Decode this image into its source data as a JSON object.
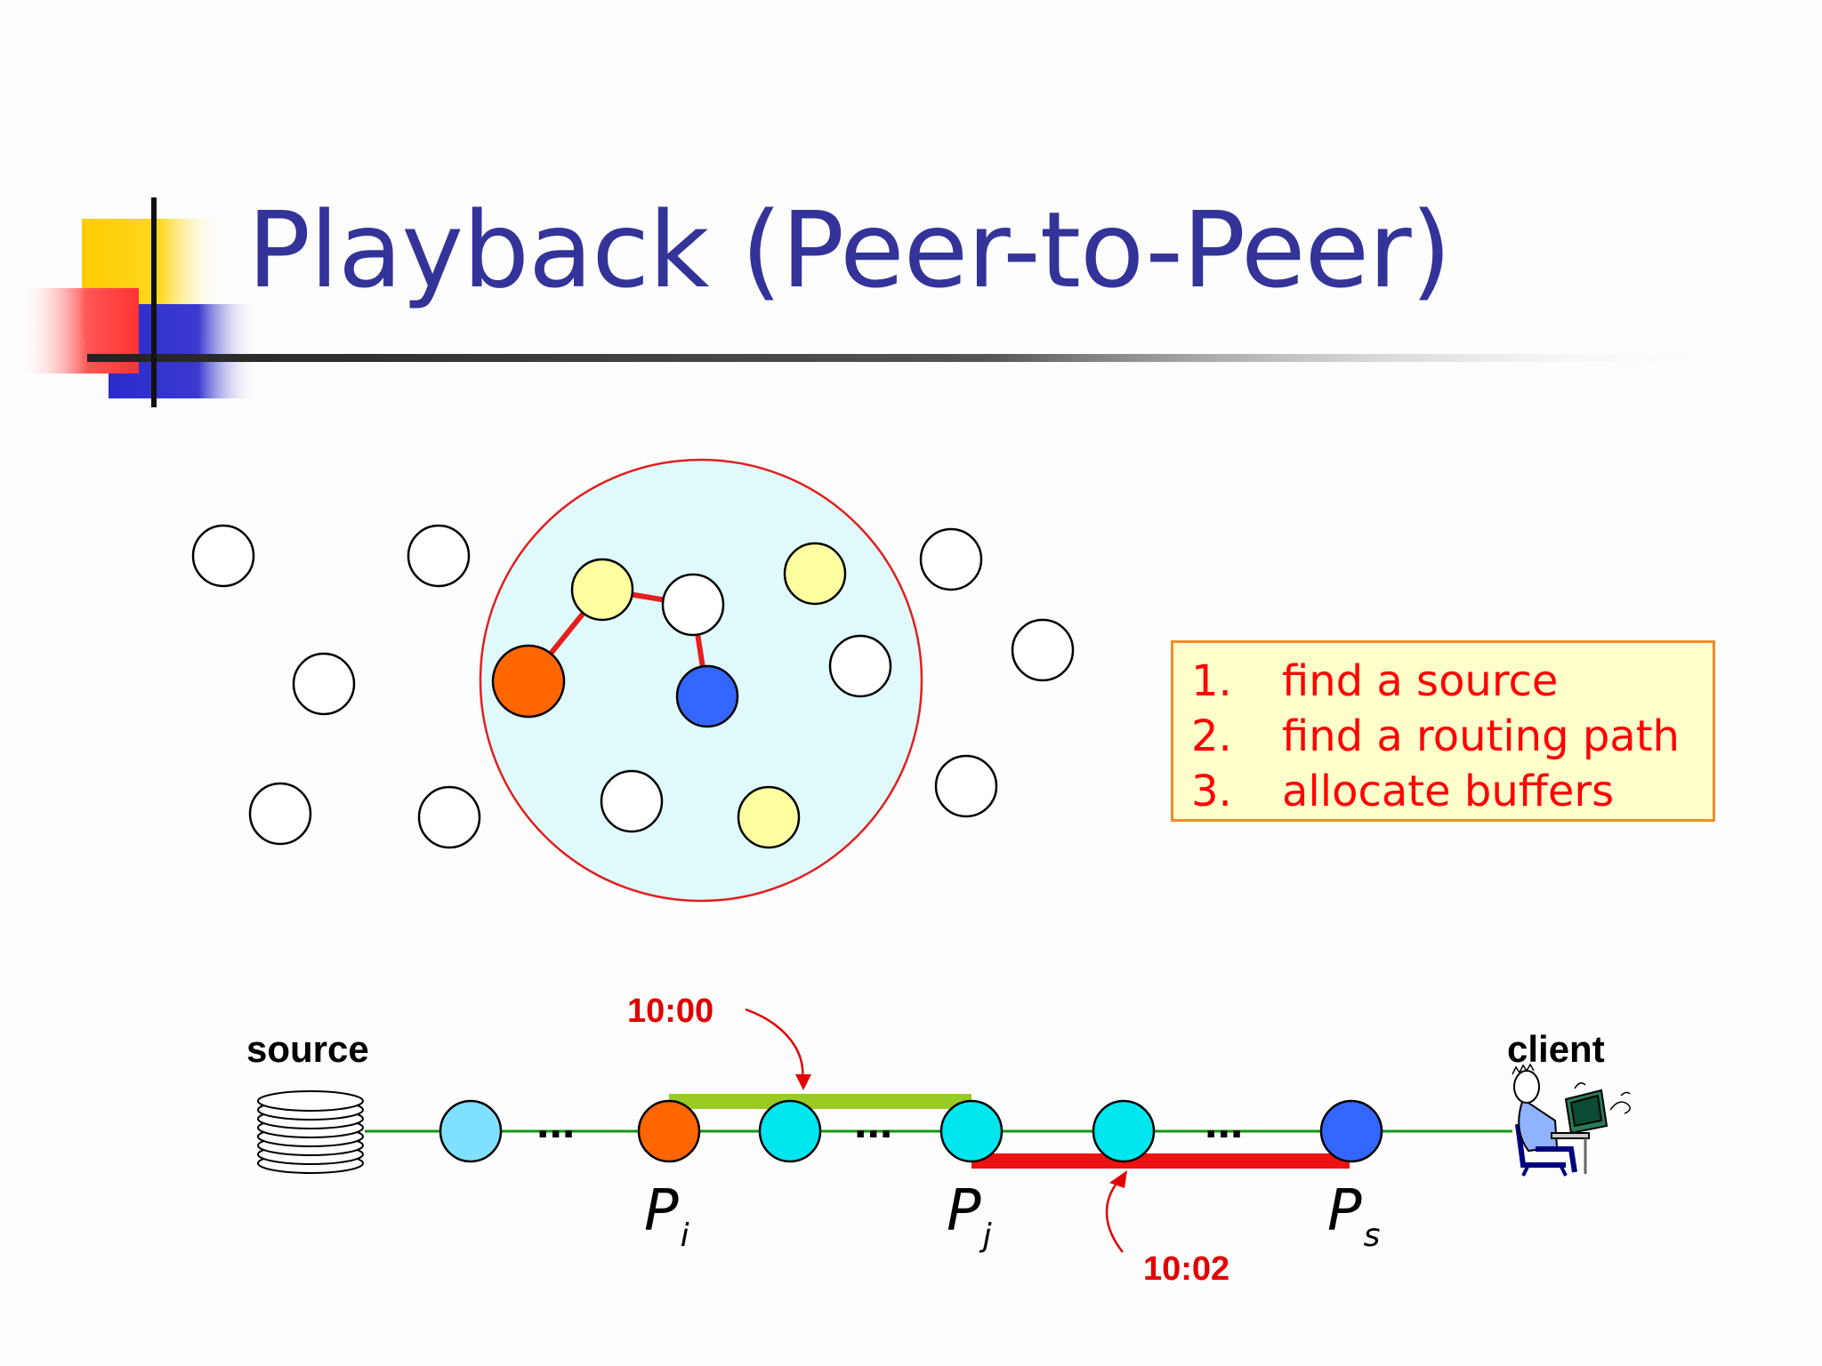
{
  "slide": {
    "title": "Playback (Peer-to-Peer)"
  },
  "steps": [
    {
      "num": "1.",
      "text": "find a source"
    },
    {
      "num": "2.",
      "text": "find a routing path"
    },
    {
      "num": "3.",
      "text": "allocate buffers"
    }
  ],
  "pipeline": {
    "source_label": "source",
    "client_label": "client",
    "ellipsis": "...",
    "time_green": "10:00",
    "time_red": "10:02",
    "peers": [
      {
        "main": "P",
        "sub": "i"
      },
      {
        "main": "P",
        "sub": "j"
      },
      {
        "main": "P",
        "sub": "s"
      }
    ]
  },
  "colors": {
    "title": "#333399",
    "step_text": "#ff0000",
    "box_fill": "#ffffcc",
    "box_border": "#f28c28",
    "cluster_fill": "#e0fafc",
    "cluster_border": "#e02020",
    "node_yellow": "#ffffa0",
    "node_orange": "#ff6600",
    "node_blue": "#3366ff",
    "node_cyan": "#00e6ee",
    "node_lightblue": "#80e0ff",
    "link_red": "#e61e1e",
    "link_green": "#119911",
    "bar_green": "#99cc22",
    "bar_red": "#ee1111"
  }
}
